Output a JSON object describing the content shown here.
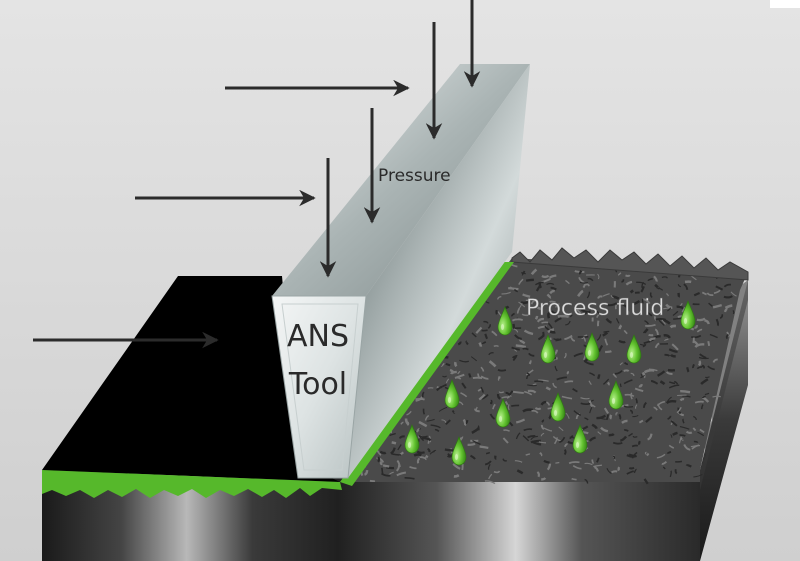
{
  "labels": {
    "pressure": "Pressure",
    "tool_line1": "ANS",
    "tool_line2": "Tool",
    "process_fluid": "Process fluid"
  },
  "colors": {
    "background": "#dcdcdc",
    "finished_surface": "#000000",
    "rough_surface": "#4a4a4a",
    "fluid_green": "#56b82b",
    "arrow": "#2b2b2b",
    "tool_metal": "#b9c3c3"
  },
  "icons": {
    "force_arrows": "arrow-icon",
    "fluid_drops": "droplet-icon"
  }
}
